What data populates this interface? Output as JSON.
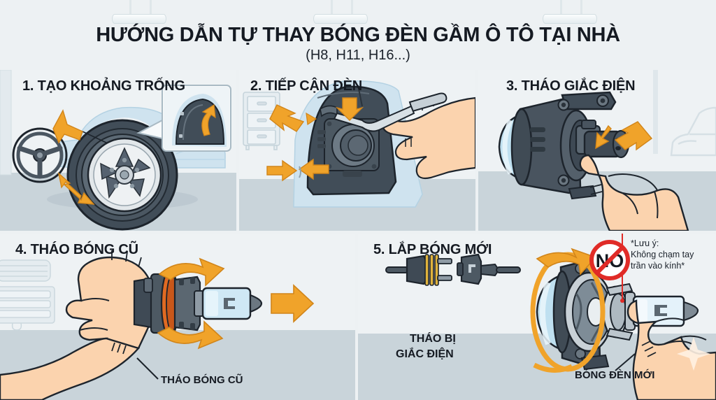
{
  "header": {
    "title": "HƯỚNG DẪN TỰ THAY BÓNG ĐÈN GẦM Ô TÔ TẠI NHÀ",
    "subtitle": "(H8, H11, H16...)"
  },
  "ceiling_lamps": {
    "count": 3,
    "icon": "ceiling-light-icon"
  },
  "panels": [
    {
      "number": "1.",
      "step_title": "1. TẠO KHOẢNG TRỐNG",
      "icons": [
        "steering-wheel-icon",
        "car-wheel-icon",
        "arrow-icon",
        "inset-callout-icon"
      ],
      "captions": []
    },
    {
      "number": "2.",
      "step_title": "2. TIẾP CẬN ĐÈN",
      "icons": [
        "tool-cabinet-icon",
        "wheel-liner-icon",
        "hand-icon",
        "screwdriver-icon",
        "arrow-icon"
      ],
      "captions": []
    },
    {
      "number": "3.",
      "step_title": "3. THÁO GIẮC ĐIỆN",
      "icons": [
        "fog-lamp-icon",
        "hand-icon",
        "connector-icon",
        "arrow-icon",
        "car-outline-icon"
      ],
      "captions": []
    },
    {
      "number": "4.",
      "step_title": "4. THÁO BÓNG CŨ",
      "icons": [
        "hand-icon",
        "halogen-bulb-icon",
        "rotate-arrow-icon",
        "arrow-icon",
        "radiator-icon"
      ],
      "captions": [
        {
          "text": "THÁO BÓNG CŨ",
          "name": "caption-remove-old-bulb"
        }
      ]
    },
    {
      "number": "5.",
      "step_title": "5. LẮP BÓNG MỚI",
      "icons": [
        "electrical-plug-icon",
        "fog-lamp-icon",
        "hand-icon",
        "new-bulb-icon",
        "no-sign-icon",
        "rotate-arrow-icon",
        "sparkle-icon"
      ],
      "captions": [
        {
          "text": "THÁO BỊ",
          "name": "caption-disconnect-line1"
        },
        {
          "text": "GIẮC ĐIỆN",
          "name": "caption-disconnect-line2"
        },
        {
          "text": "BÓNG ĐÈN MỚI",
          "name": "caption-new-bulb"
        }
      ],
      "warning": {
        "line1": "*Lưu ý:",
        "line2": "Không chạm tay",
        "line3": "trần vào kính*",
        "sign_label": "NO"
      }
    }
  ],
  "colors": {
    "background": "#edf1f3",
    "floor": "#c9d4da",
    "accent_orange": "#f0a32a",
    "ink": "#151a22",
    "car_body": "#cfe3ef",
    "housing_dark": "#3c4752",
    "skin": "#fbd3ae",
    "warning_red": "#e02b27",
    "glass_blue": "#bfe0f0"
  }
}
